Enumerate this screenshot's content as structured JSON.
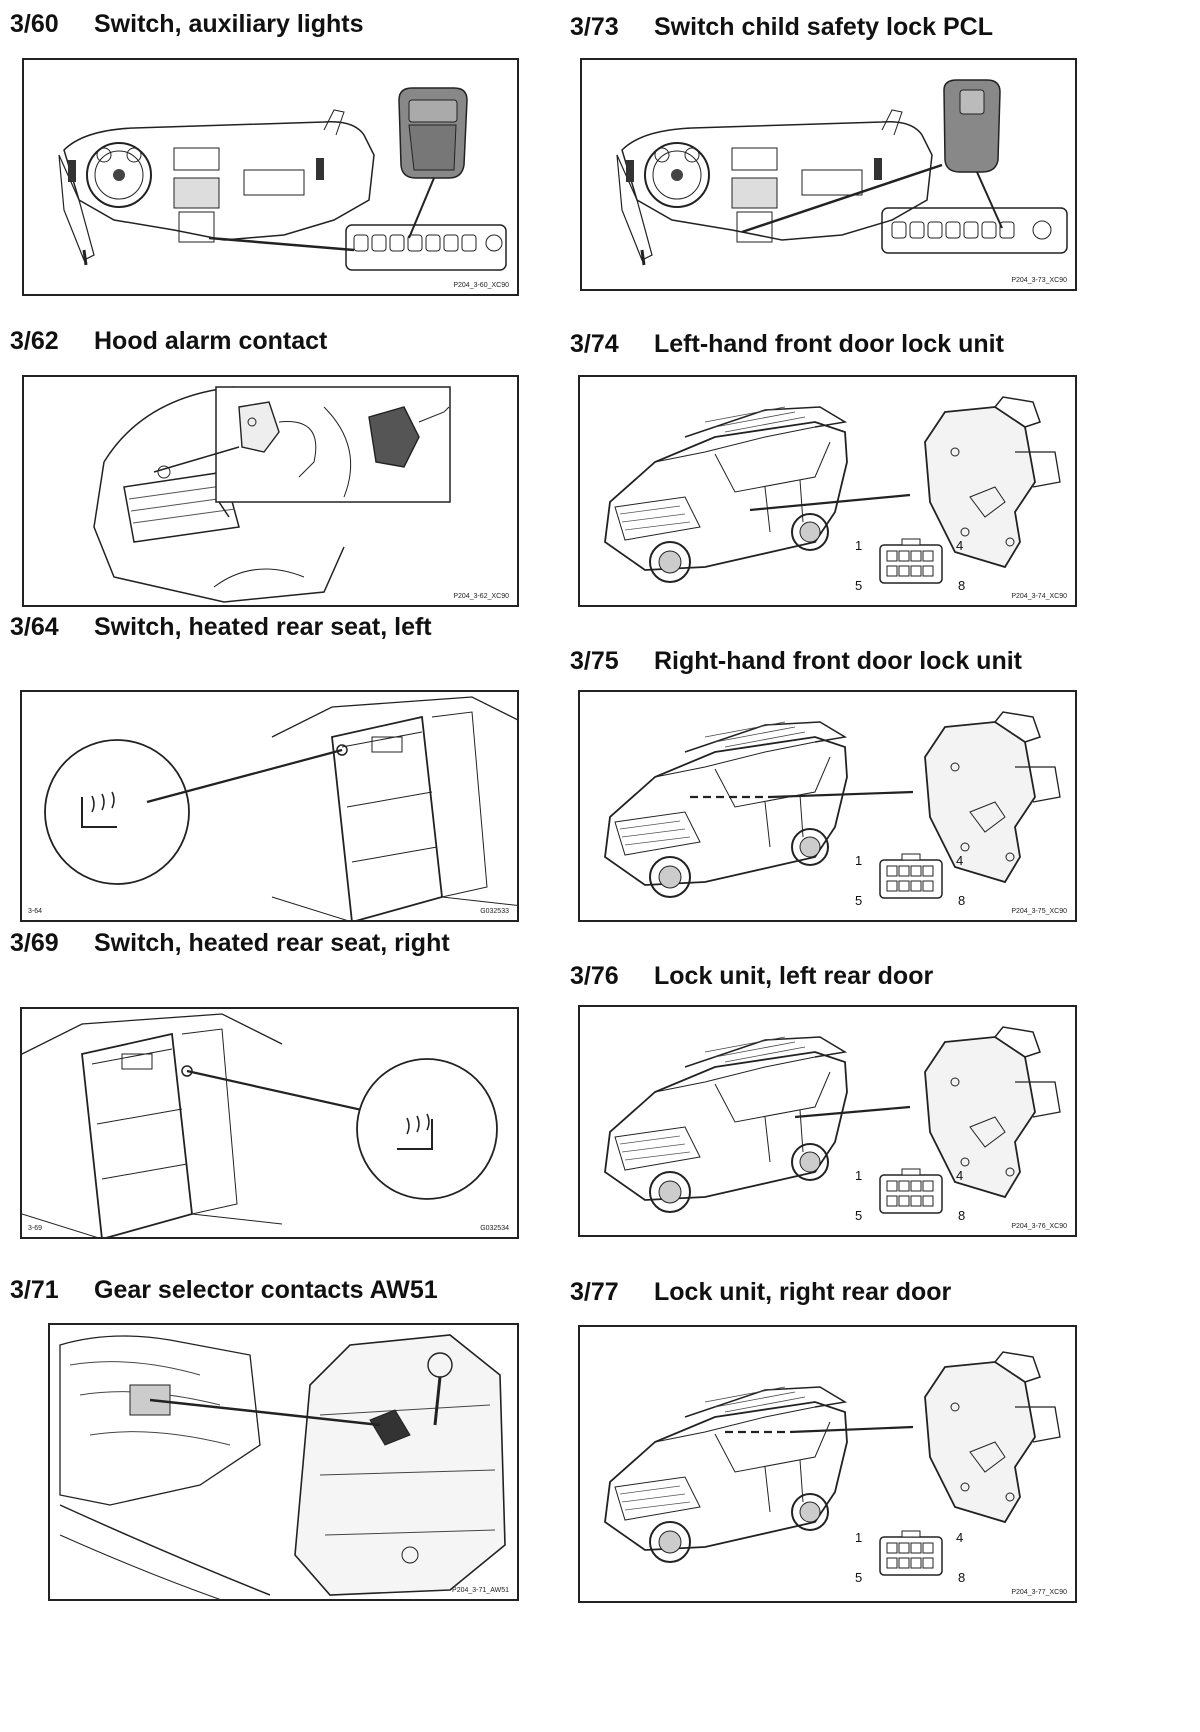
{
  "sections": [
    {
      "num": "3/60",
      "title": "Switch, auxiliary lights",
      "code": "P204_3-60_XC90"
    },
    {
      "num": "3/62",
      "title": "Hood alarm contact",
      "code": "P204_3-62_XC90"
    },
    {
      "num": "3/64",
      "title": "Switch, heated rear seat, left",
      "code": "G032533",
      "code_left": "3-64"
    },
    {
      "num": "3/69",
      "title": "Switch, heated rear seat, right",
      "code": "G032534",
      "code_left": "3-69"
    },
    {
      "num": "3/71",
      "title": "Gear selector contacts AW51",
      "code": "P204_3-71_AW51"
    },
    {
      "num": "3/73",
      "title": "Switch child safety lock PCL",
      "code": "P204_3-73_XC90"
    },
    {
      "num": "3/74",
      "title": "Left-hand front door lock unit",
      "code": "P204_3-74_XC90"
    },
    {
      "num": "3/75",
      "title": "Right-hand front door lock unit",
      "code": "P204_3-75_XC90"
    },
    {
      "num": "3/76",
      "title": "Lock unit, left rear door",
      "code": "P204_3-76_XC90"
    },
    {
      "num": "3/77",
      "title": "Lock unit, right rear door",
      "code": "P204_3-77_XC90"
    }
  ],
  "pins": {
    "p1": "1",
    "p4": "4",
    "p5": "5",
    "p8": "8"
  }
}
